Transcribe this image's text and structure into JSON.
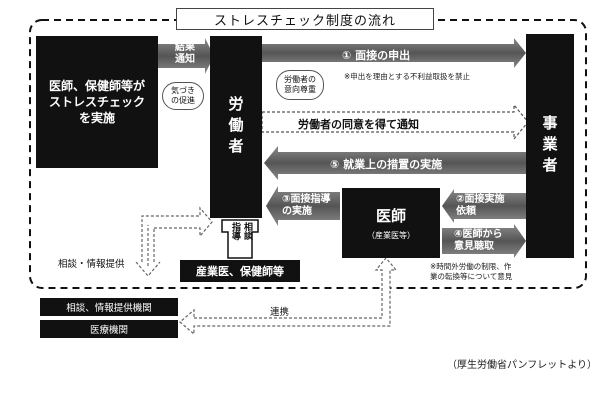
{
  "title": "ストレスチェック制度の流れ",
  "boxes": {
    "doctor_stress_check": "医師、保健師等が\nストレスチェック\nを実施",
    "worker": "労働者",
    "employer": "事業者",
    "physician": "医師",
    "physician_sub": "（産業医等）",
    "industrial_physician": "産業医、保健師等",
    "consult_agency": "相談、情報提供機関",
    "medical_agency": "医療機関"
  },
  "arrows": {
    "result_notice": "結果\n通知",
    "awareness": "気づき\nの促進",
    "interview_request": "① 面接の申出",
    "worker_intent": "労働者の\n意向尊重",
    "request_note": "※申出を理由とする不利益取扱を禁止",
    "consent_notice": "労働者の同意を得て通知",
    "measures": "⑤ 就業上の措置の実施",
    "interview_guidance": "③面接指導\nの実施",
    "interview_request_2": "②面接実施\n依頼",
    "opinion_hearing": "④医師から\n意見聴取",
    "guidance_consult": "指導",
    "guidance_consult_2": "相談",
    "consult_info": "相談・情報提供",
    "cooperation": "連携",
    "measures_note": "※時間外労働の制限、作\n業の転換等について意見"
  },
  "source": "（厚生労働省パンフレットより）"
}
